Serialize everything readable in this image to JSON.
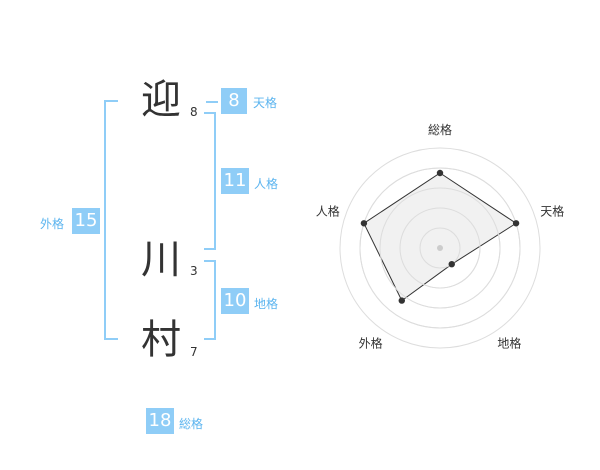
{
  "name": {
    "chars": [
      {
        "char": "迎",
        "strokes": "8"
      },
      {
        "char": "川",
        "strokes": "3"
      },
      {
        "char": "村",
        "strokes": "7"
      }
    ]
  },
  "kaku": {
    "tenkaku": {
      "value": "8",
      "label": "天格"
    },
    "jinkaku": {
      "value": "11",
      "label": "人格"
    },
    "chikaku": {
      "value": "10",
      "label": "地格"
    },
    "gaikaku": {
      "value": "15",
      "label": "外格"
    },
    "soukaku": {
      "value": "18",
      "label": "総格"
    }
  },
  "chart_data": {
    "type": "radar",
    "axes": [
      "総格",
      "天格",
      "地格",
      "外格",
      "人格"
    ],
    "values": [
      0.75,
      0.8,
      0.2,
      0.65,
      0.8
    ],
    "scale_max": 1,
    "rings": 5,
    "colors": {
      "fill": "#eeeeee",
      "ring": "#dddddd",
      "line": "#333333",
      "center": "#cccccc"
    }
  }
}
